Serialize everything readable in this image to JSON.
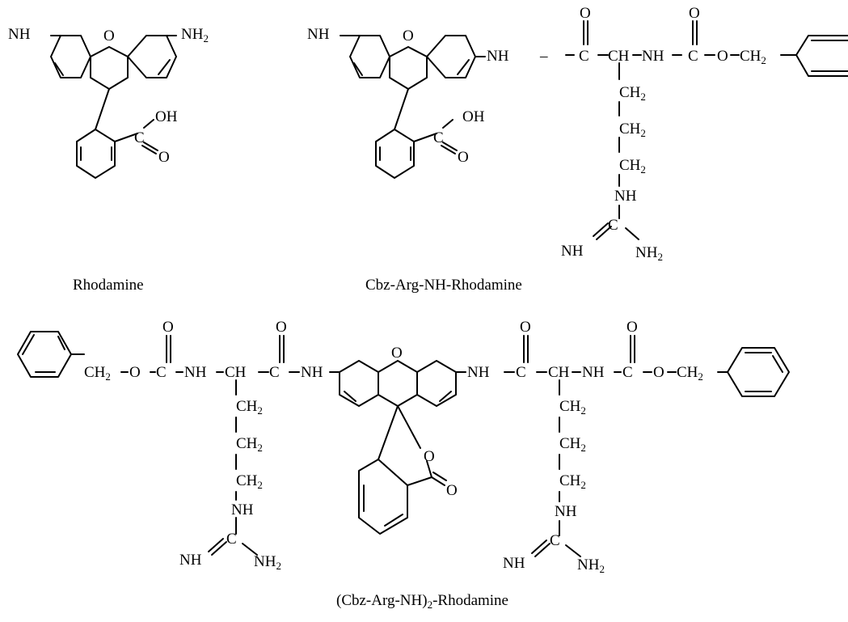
{
  "captions": {
    "rhodamine": "Rhodamine",
    "cbz_rhodamine": "Cbz-Arg-NH-Rhodamine",
    "bis_prefix": "(Cbz-Arg-NH)",
    "bis_sub": "2",
    "bis_suffix": "-Rhodamine"
  },
  "atoms": {
    "NH": "NH",
    "N": "N",
    "H": "H",
    "O": "O",
    "C": "C",
    "CH": "CH",
    "OH": "OH",
    "NH2_main": "NH",
    "sub2": "2",
    "CH2_main": "CH",
    "CH2_text": "CH",
    "dash": "–"
  }
}
